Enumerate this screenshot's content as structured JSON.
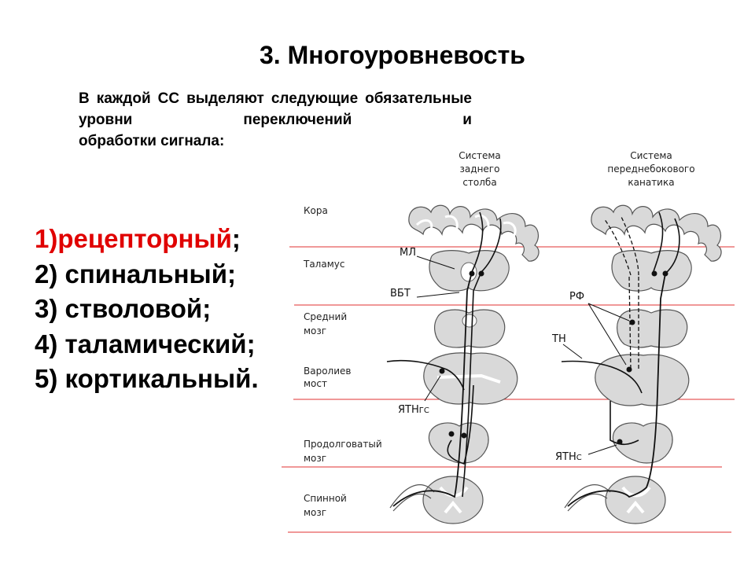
{
  "title": "3. Многоуровневость",
  "intro": {
    "line1": "В каждой СС выделяют следующие",
    "line2": "обязательные уровни переключений и",
    "line3": "обработки сигнала:"
  },
  "levels": [
    {
      "num": "1)",
      "text": "рецепторный",
      "suffix": ";"
    },
    {
      "num": "2)",
      "text": "спинальный;",
      "suffix": ""
    },
    {
      "num": "3)",
      "text": "стволовой;",
      "suffix": ""
    },
    {
      "num": "4)",
      "text": "таламический;",
      "suffix": ""
    },
    {
      "num": "5)",
      "text": "кортикальный.",
      "suffix": ""
    }
  ],
  "diagram": {
    "systems": {
      "left": [
        "Система",
        "заднего",
        "столба"
      ],
      "right": [
        "Система",
        "переднебокового",
        "канатика"
      ]
    },
    "brain_levels": {
      "cortex": "Кора",
      "thalamus": "Таламус",
      "midbrain": [
        "Средний",
        "мозг"
      ],
      "pons": [
        "Варолиев",
        "мост"
      ],
      "medulla": [
        "Продолговатый",
        "мозг"
      ],
      "spinal": [
        "Спинной",
        "мозг"
      ]
    },
    "tags": {
      "ml": "МЛ",
      "vbt": "ВБТ",
      "rf": "РФ",
      "tn": "ТН",
      "yatn_gs_main": "ЯТН",
      "yatn_gs_sub": "ГС",
      "yatn_s_main": "ЯТН",
      "yatn_s_sub": "С"
    },
    "colors": {
      "divider": "#e03030",
      "tissue": "#d9d9d9",
      "outline": "#555555"
    }
  }
}
